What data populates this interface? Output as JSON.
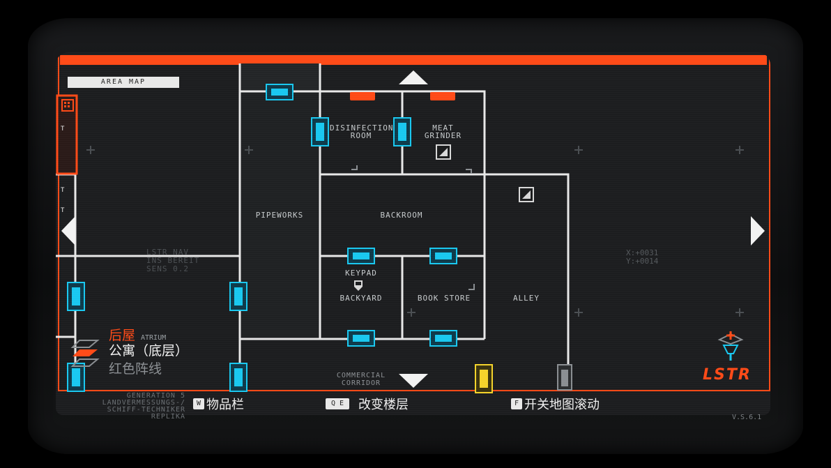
{
  "header": {
    "area_map_label": "AREA MAP"
  },
  "rooms": {
    "disinfection": "DISINFECTION ROOM",
    "meat_grinder": "MEAT GRINDER",
    "pipeworks": "PIPEWORKS",
    "backroom": "BACKROOM",
    "keypad": "KEYPAD",
    "backyard": "BACKYARD",
    "book_store": "BOOK STORE",
    "alley": "ALLEY",
    "commercial_corridor": "COMMERCIAL CORRIDOR"
  },
  "nav_overlay": [
    "LSTR NAV",
    "INS BEREIT",
    "SENS 0.2"
  ],
  "coords": {
    "x": "X:+0031",
    "y": "Y:+0014"
  },
  "location": {
    "sector": "后屋",
    "sector_sub": "ATRIUM",
    "building": "公寓（底层）",
    "zone": "红色阵线"
  },
  "controls": [
    {
      "key": "W",
      "label": "物品栏"
    },
    {
      "key": "Q E",
      "label": "改变楼层"
    },
    {
      "key": "F",
      "label": "开关地图滚动"
    }
  ],
  "generation": [
    "GENERATION 5",
    "LANDVERMESSUNGS-/",
    "SCHIFF-TECHNIKER",
    "REPLIKA"
  ],
  "version": "V.S.6.1",
  "brand": "LSTR",
  "colors": {
    "accent": "#ff4a17",
    "door_blue": "#19c8f0",
    "door_yellow": "#f5d32a",
    "wall": "#e8e8e8"
  }
}
